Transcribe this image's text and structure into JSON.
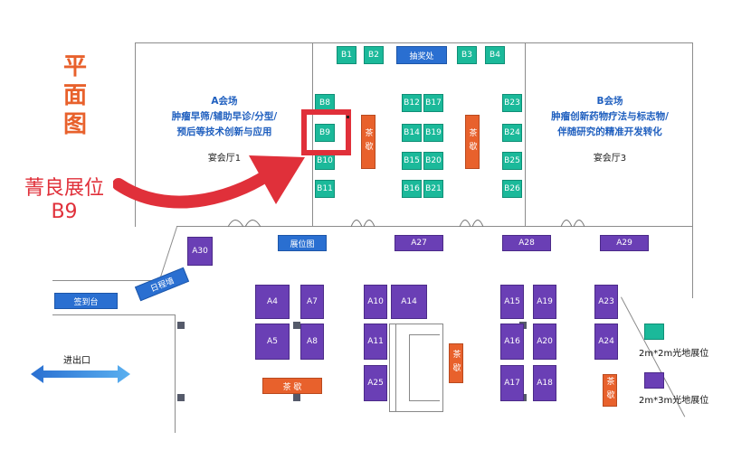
{
  "side_title": {
    "line1": "平",
    "line2": "面",
    "line3": "图"
  },
  "callout": {
    "line1": "菁良展位",
    "line2": "B9"
  },
  "hall_a": {
    "title1": "A会场",
    "title2": "肿瘤早筛/辅助早诊/分型/",
    "title3": "预后等技术创新与应用",
    "room": "宴会厅1"
  },
  "hall_b": {
    "title1": "B会场",
    "title2": "肿瘤创新药物疗法与标志物/",
    "title3": "伴随研究的精准开发转化",
    "room": "宴会厅3"
  },
  "lottery": "抽奖处",
  "floorplan_label": "展位图",
  "checkin": "签到台",
  "schedule_wall": "日程墙",
  "entrance": "进出口",
  "tea_break": "茶歇",
  "tea_break_spaced": "茶 歇",
  "booths_b": [
    "B1",
    "B2",
    "B3",
    "B4",
    "B8",
    "B9",
    "B10",
    "B11",
    "B12",
    "B17",
    "B14",
    "B19",
    "B15",
    "B20",
    "B16",
    "B21",
    "B23",
    "B24",
    "B25",
    "B26"
  ],
  "booths_a": [
    "A30",
    "A27",
    "A28",
    "A29",
    "A4",
    "A7",
    "A5",
    "A8",
    "A10",
    "A14",
    "A11",
    "A25",
    "A15",
    "A19",
    "A16",
    "A20",
    "A17",
    "A18",
    "A23",
    "A24"
  ],
  "legend": {
    "green": "2m*2m光地展位",
    "purple": "2m*3m光地展位"
  },
  "colors": {
    "green": "#1bb99a",
    "purple": "#6a3fb5",
    "orange": "#e8612c",
    "blue": "#2a6fd1",
    "callout_red": "#e0303a"
  }
}
